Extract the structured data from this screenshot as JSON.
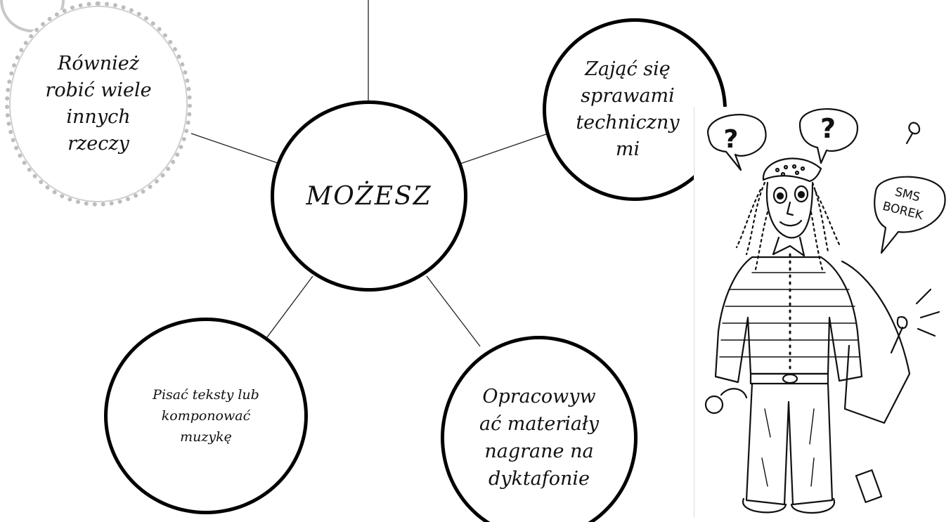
{
  "center": {
    "label": "MOŻESZ"
  },
  "nodes": {
    "top_left": "Również\nrobić wiele\ninnych\nrzeczy",
    "top_right": "Zająć się\nsprawami\ntechniczny\nmi",
    "bottom_left": "Pisać teksty lub\nkomponować\nmuzykę",
    "bottom_right": "Opracowyw\nać materiały\nnagrane na\ndyktafonie"
  },
  "illustration": {
    "speech_bubble_1": "?",
    "speech_bubble_2": "?",
    "speech_bubble_3": "SMS\nBOREK"
  }
}
